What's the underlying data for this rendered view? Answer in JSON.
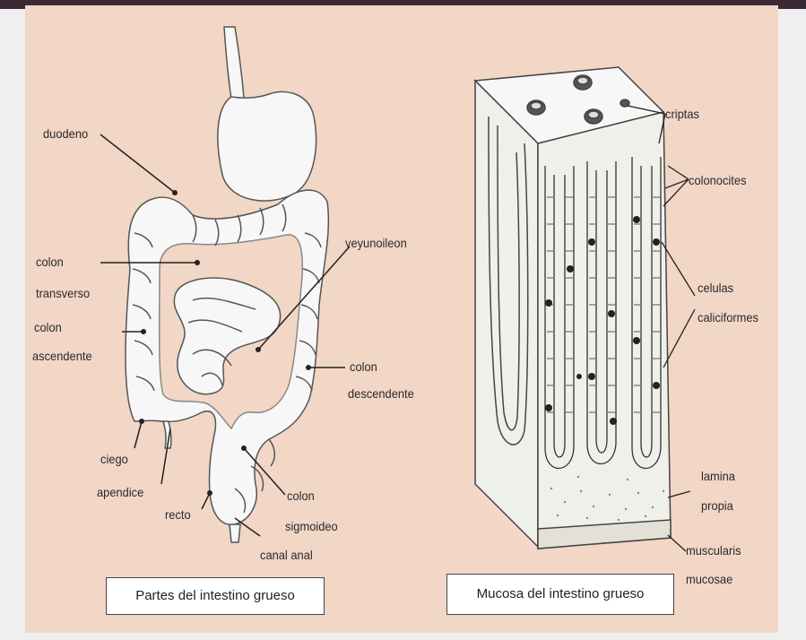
{
  "left_figure": {
    "caption": "Partes del intestino grueso",
    "labels": {
      "duodeno": "duodeno",
      "colon_transverso_1": "colon",
      "colon_transverso_2": "transverso",
      "colon_ascendente_1": "colon",
      "colon_ascendente_2": "ascendente",
      "yeyunoileon": "yeyunoileon",
      "colon_descendente_1": "colon",
      "colon_descendente_2": "descendente",
      "ciego": "ciego",
      "apendice": "apendice",
      "recto": "recto",
      "colon_sigmoideo_1": "colon",
      "colon_sigmoideo_2": "sigmoideo",
      "canal_anal": "canal anal"
    }
  },
  "right_figure": {
    "caption": "Mucosa del intestino grueso",
    "labels": {
      "criptas": "criptas",
      "colonocitos": "colonocites",
      "celulas_1": "celulas",
      "celulas_2": "caliciformes",
      "lamina_1": "lamina",
      "lamina_2": "propia",
      "muscularis_1": "muscularis",
      "muscularis_2": "mucosae"
    }
  }
}
